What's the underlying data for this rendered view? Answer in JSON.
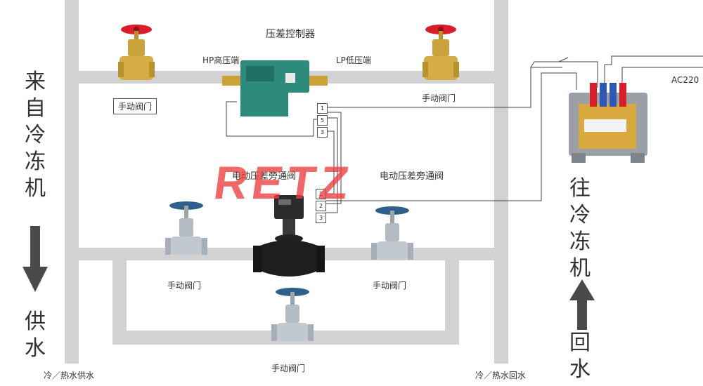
{
  "title": "压差控制器",
  "hp_label": "HP高压端",
  "lp_label": "LP低压端",
  "left_manual_valve": "手动阀门",
  "right_manual_valve": "手动阀门",
  "bypass_left_label": "电动压差旁通阀",
  "bypass_right_label": "电动压差旁通阀",
  "lower_left_valve": "手动阀门",
  "lower_right_valve": "手动阀门",
  "bottom_valve": "手动阀门",
  "ac_label": "AC220",
  "left_vertical": [
    "来",
    "自",
    "冷",
    "冻",
    "机"
  ],
  "left_bottom_vertical": [
    "供",
    "水"
  ],
  "right_vertical": [
    "往",
    "冷",
    "冻",
    "机"
  ],
  "right_bottom_vertical": [
    "回",
    "水"
  ],
  "supply_label": "冷／热水供水",
  "return_label": "冷／热水回水",
  "terminals_top": [
    "1",
    "5",
    "3"
  ],
  "terminals_mid": [
    "1",
    "2",
    "3"
  ],
  "watermark": "RETZ",
  "colors": {
    "pipe": "#d2d2d4",
    "handwheel_red": "#d91e2a",
    "handwheel_blue": "#2f5f8a",
    "brass": "#c9a23a",
    "controller": "#2e8a7a",
    "watermark": "#eb3c3c"
  }
}
